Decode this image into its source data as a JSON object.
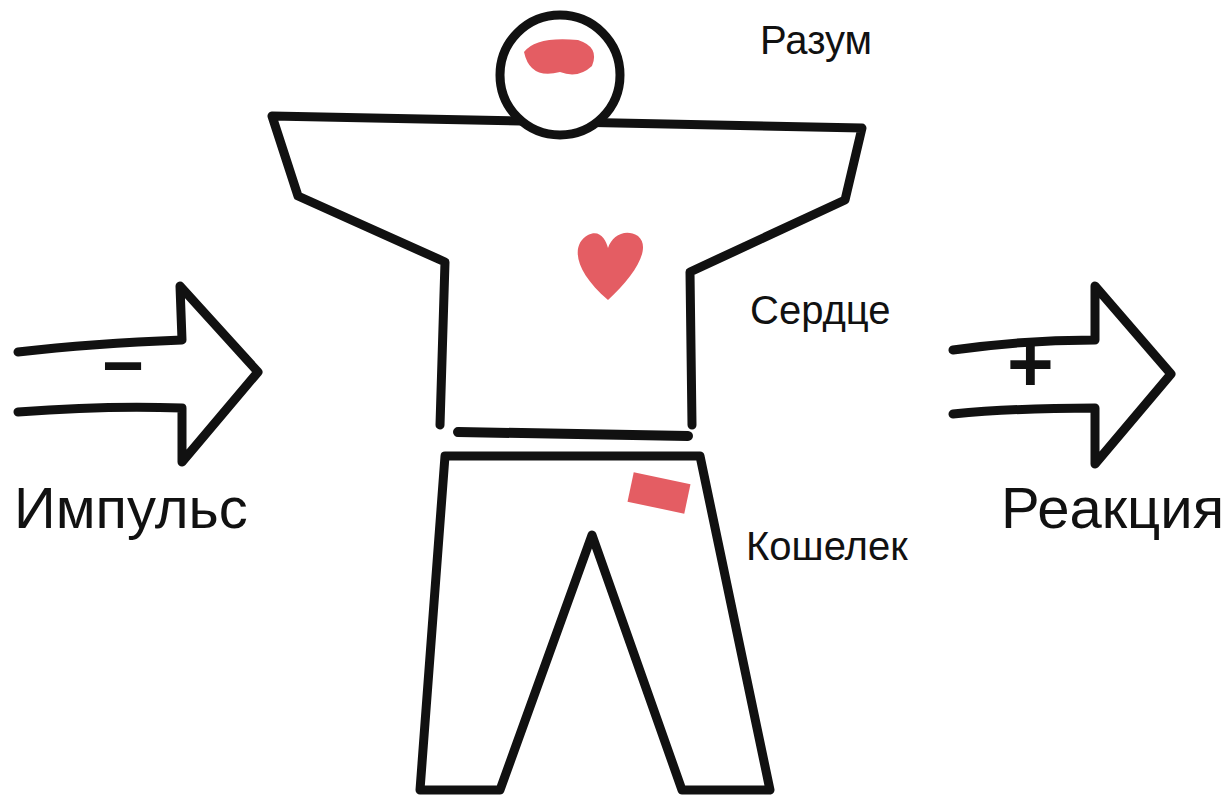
{
  "diagram": {
    "nodes": [
      {
        "text": [
          "−",
          "Импульс"
        ]
      },
      {
        "text": [
          "+",
          "Реакция"
        ]
      }
    ],
    "labels": [
      "Разум",
      "Сердце",
      "Кошелек"
    ]
  }
}
